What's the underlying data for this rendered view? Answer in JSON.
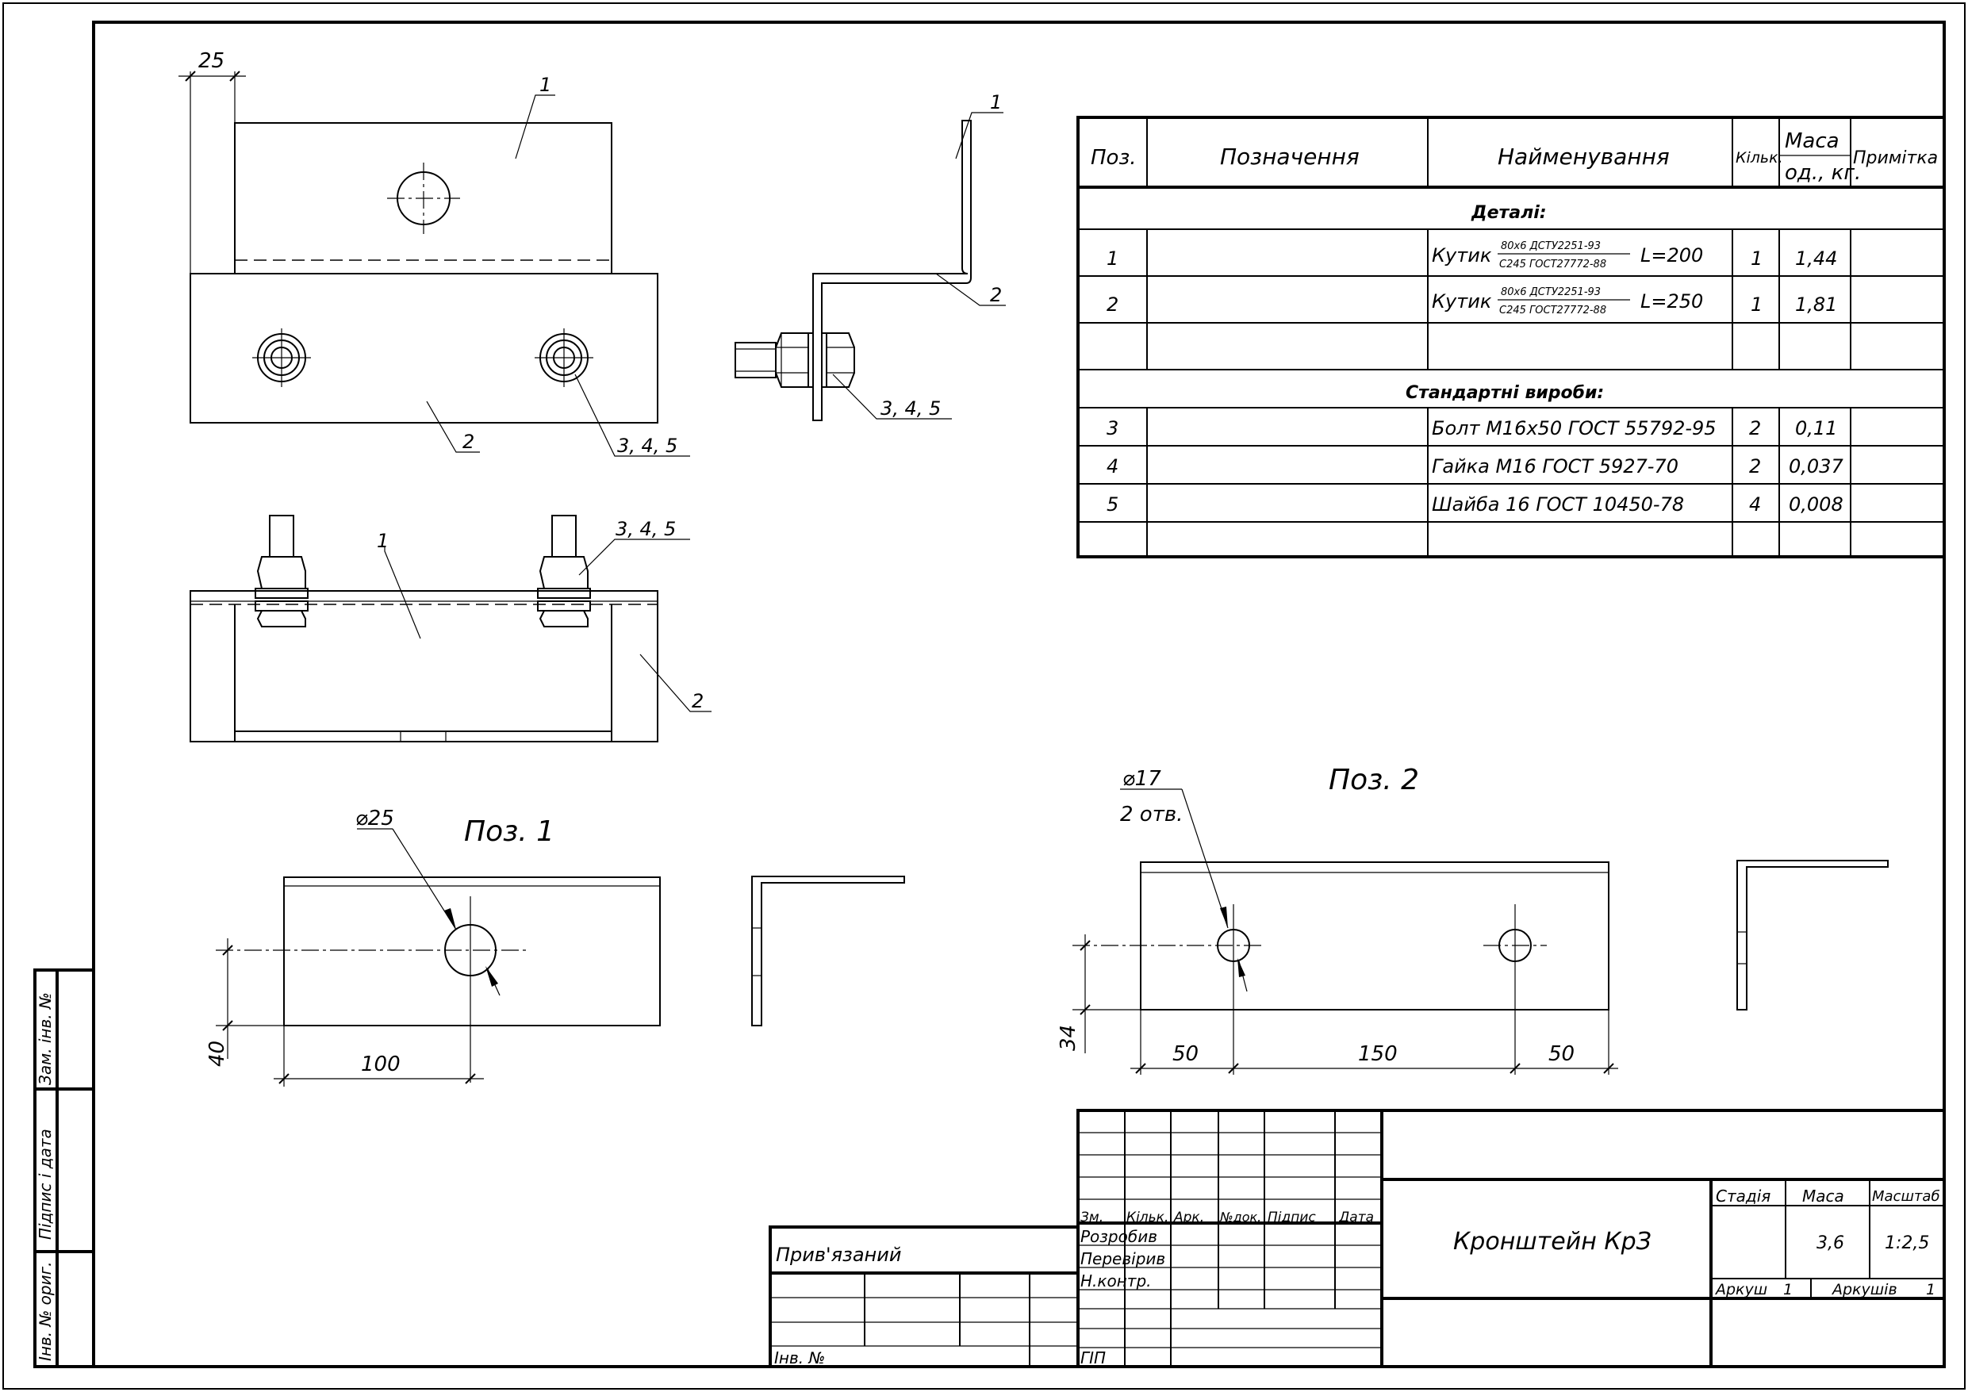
{
  "callouts": {
    "pos1": "1",
    "pos2": "2",
    "pos345": "3, 4, 5"
  },
  "dimensions": {
    "d25_top": "25",
    "dia25": "⌀25",
    "dim40": "40",
    "dim100": "100",
    "dia17": "⌀17",
    "holes2": "2 отв.",
    "dim34": "34",
    "dim50a": "50",
    "dim150": "150",
    "dim50b": "50"
  },
  "views": {
    "pos1_title": "Поз. 1",
    "pos2_title": "Поз. 2"
  },
  "spec": {
    "headers": {
      "pos": "Поз.",
      "designation": "Позначення",
      "name": "Найменування",
      "qty": "Кільк.",
      "mass1": "Маса",
      "mass2": "од., кг.",
      "note": "Примітка"
    },
    "sections": {
      "details": "Деталі:",
      "standard": "Стандартні вироби:"
    },
    "rows": [
      {
        "pos": "1",
        "name": "Кутик",
        "frac_top": "80x6 ДСТУ2251-93",
        "frac_bottom": "С245 ГОСТ27772-88",
        "length": "L=200",
        "qty": "1",
        "mass": "1,44"
      },
      {
        "pos": "2",
        "name": "Кутик",
        "frac_top": "80x6 ДСТУ2251-93",
        "frac_bottom": "С245 ГОСТ27772-88",
        "length": "L=250",
        "qty": "1",
        "mass": "1,81"
      },
      {
        "pos": "3",
        "name": "Болт М16х50 ГОСТ 55792-95",
        "qty": "2",
        "mass": "0,11"
      },
      {
        "pos": "4",
        "name": "Гайка М16 ГОСТ 5927-70",
        "qty": "2",
        "mass": "0,037"
      },
      {
        "pos": "5",
        "name": "Шайба 16 ГОСТ 10450-78",
        "qty": "4",
        "mass": "0,008"
      }
    ]
  },
  "stamp": {
    "rev_headers": [
      "Зм.",
      "Кільк.",
      "Арк.",
      "№док.",
      "Підпис",
      "Дата"
    ],
    "roles": [
      "Розробив",
      "Перевірив",
      "Н.контр.",
      "ГІП"
    ],
    "bound": "Прив'язаний",
    "inv_no": "Інв. №",
    "title": "Кронштейн КрЗ",
    "stage_label": "Стадія",
    "mass_label": "Маса",
    "scale_label": "Масштаб",
    "mass_value": "3,6",
    "scale_value": "1:2,5",
    "sheet_label": "Аркуш",
    "sheet_value": "1",
    "sheets_label": "Аркушів",
    "sheets_value": "1"
  },
  "side_stamp": {
    "zam": "Зам. інв. №",
    "sign": "Підпис і дата",
    "inv": "Інв. № ориг."
  }
}
